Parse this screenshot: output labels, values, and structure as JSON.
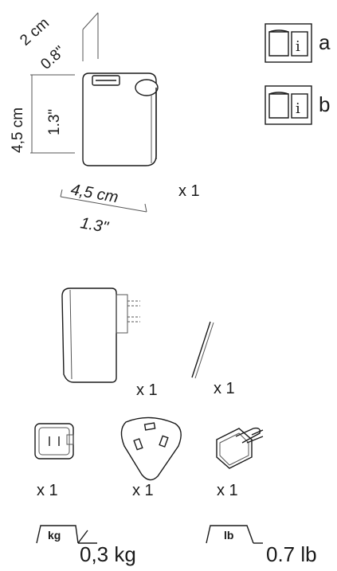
{
  "product": {
    "dimensions": {
      "depth_cm": "2 cm",
      "depth_in": "0.8\"",
      "height_cm": "4,5 cm",
      "height_in": "1.3\"",
      "width_cm": "4,5 cm",
      "width_in": "1.3\""
    },
    "quantity": "x 1"
  },
  "manuals": [
    {
      "icon": "manual-book-icon",
      "letter": "a"
    },
    {
      "icon": "manual-book-icon",
      "letter": "b"
    }
  ],
  "accessories": {
    "adapter_qty": "x 1",
    "pin_qty": "x 1",
    "plugs": [
      {
        "icon": "us-plug-icon",
        "qty": "x 1"
      },
      {
        "icon": "uk-plug-icon",
        "qty": "x 1"
      },
      {
        "icon": "eu-plug-icon",
        "qty": "x 1"
      }
    ]
  },
  "weight": {
    "kg_unit": "kg",
    "kg_value": "0,3 kg",
    "lb_unit": "lb",
    "lb_value": "0.7 lb"
  }
}
